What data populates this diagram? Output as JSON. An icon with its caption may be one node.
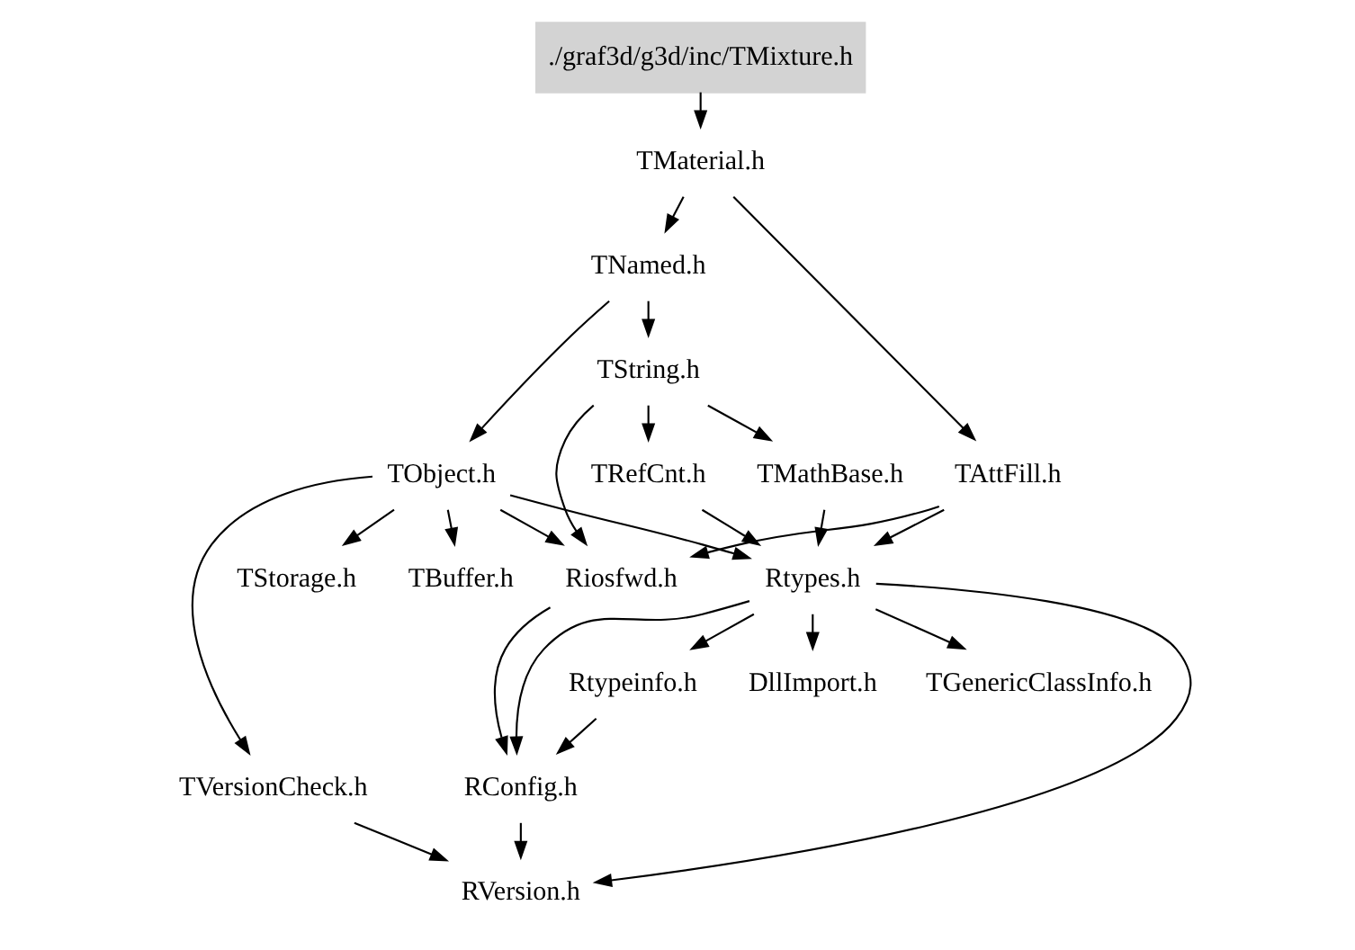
{
  "diagram": {
    "nodes": [
      {
        "text": [
          "./graf3d/g3d/inc/TMixture.h"
        ]
      },
      {
        "text": [
          "TMaterial.h"
        ]
      },
      {
        "text": [
          "TNamed.h"
        ]
      },
      {
        "text": [
          "TAttFill.h"
        ]
      },
      {
        "text": [
          "TString.h"
        ]
      },
      {
        "text": [
          "TObject.h"
        ]
      },
      {
        "text": [
          "Riosfwd.h"
        ]
      },
      {
        "text": [
          "TMathBase.h"
        ]
      },
      {
        "text": [
          "TRefCnt.h"
        ]
      },
      {
        "text": [
          "TBuffer.h"
        ]
      },
      {
        "text": [
          "TStorage.h"
        ]
      },
      {
        "text": [
          "Rtypes.h"
        ]
      },
      {
        "text": [
          "TVersionCheck.h"
        ]
      },
      {
        "text": [
          "Rtypeinfo.h"
        ]
      },
      {
        "text": [
          "DllImport.h"
        ]
      },
      {
        "text": [
          "TGenericClassInfo.h"
        ]
      },
      {
        "text": [
          "RConfig.h"
        ]
      },
      {
        "text": [
          "RVersion.h"
        ]
      }
    ],
    "edges": [
      {
        "from": 0,
        "to": 1,
        "arrow": "to"
      },
      {
        "from": 1,
        "to": 2,
        "arrow": "to"
      },
      {
        "from": 1,
        "to": 3,
        "arrow": "to"
      },
      {
        "from": 2,
        "to": 4,
        "arrow": "to"
      },
      {
        "from": 2,
        "to": 5,
        "arrow": "to"
      },
      {
        "from": 3,
        "to": 6,
        "arrow": "to"
      },
      {
        "from": 3,
        "to": 11,
        "arrow": "to"
      },
      {
        "from": 4,
        "to": 6,
        "arrow": "to"
      },
      {
        "from": 4,
        "to": 7,
        "arrow": "to"
      },
      {
        "from": 4,
        "to": 8,
        "arrow": "to"
      },
      {
        "from": 5,
        "to": 6,
        "arrow": "to"
      },
      {
        "from": 5,
        "to": 9,
        "arrow": "to"
      },
      {
        "from": 5,
        "to": 10,
        "arrow": "to"
      },
      {
        "from": 5,
        "to": 11,
        "arrow": "to"
      },
      {
        "from": 5,
        "to": 12,
        "arrow": "to"
      },
      {
        "from": 6,
        "to": 16,
        "arrow": "to"
      },
      {
        "from": 7,
        "to": 11,
        "arrow": "to"
      },
      {
        "from": 8,
        "to": 11,
        "arrow": "to"
      },
      {
        "from": 11,
        "to": 13,
        "arrow": "to"
      },
      {
        "from": 11,
        "to": 14,
        "arrow": "to"
      },
      {
        "from": 11,
        "to": 15,
        "arrow": "to"
      },
      {
        "from": 11,
        "to": 16,
        "arrow": "to"
      },
      {
        "from": 11,
        "to": 17,
        "arrow": "to"
      },
      {
        "from": 12,
        "to": 17,
        "arrow": "to"
      },
      {
        "from": 13,
        "to": 16,
        "arrow": "to"
      },
      {
        "from": 16,
        "to": 17,
        "arrow": "to"
      }
    ]
  }
}
